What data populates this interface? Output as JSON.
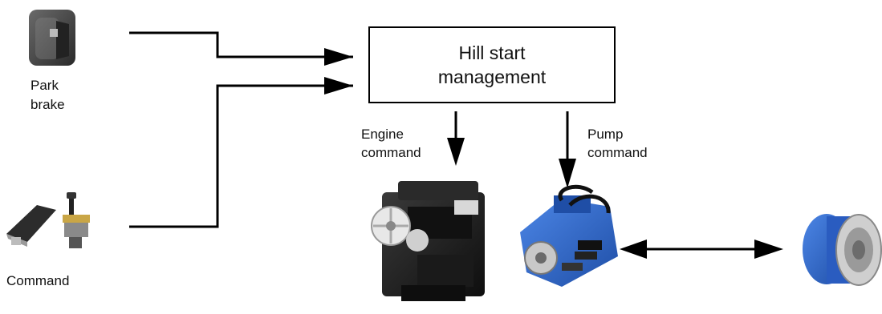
{
  "box": {
    "title": "Hill start management"
  },
  "labels": {
    "park_brake_line1": "Park",
    "park_brake_line2": "brake",
    "command": "Command",
    "engine_command_line1": "Engine",
    "engine_command_line2": "command",
    "pump_command_line1": "Pump",
    "pump_command_line2": "command"
  },
  "icons": {
    "park_brake_switch": "park-brake-switch-icon",
    "pedal_and_lever": "pedal-lever-icon",
    "engine": "engine-icon",
    "pump": "hydraulic-pump-icon",
    "motor": "hydraulic-motor-icon"
  },
  "colors": {
    "pump_blue": "#2e63c6",
    "motor_blue": "#2a5cc0",
    "engine_dark": "#1c1c1c",
    "switch_grey": "#4a4a4a"
  }
}
